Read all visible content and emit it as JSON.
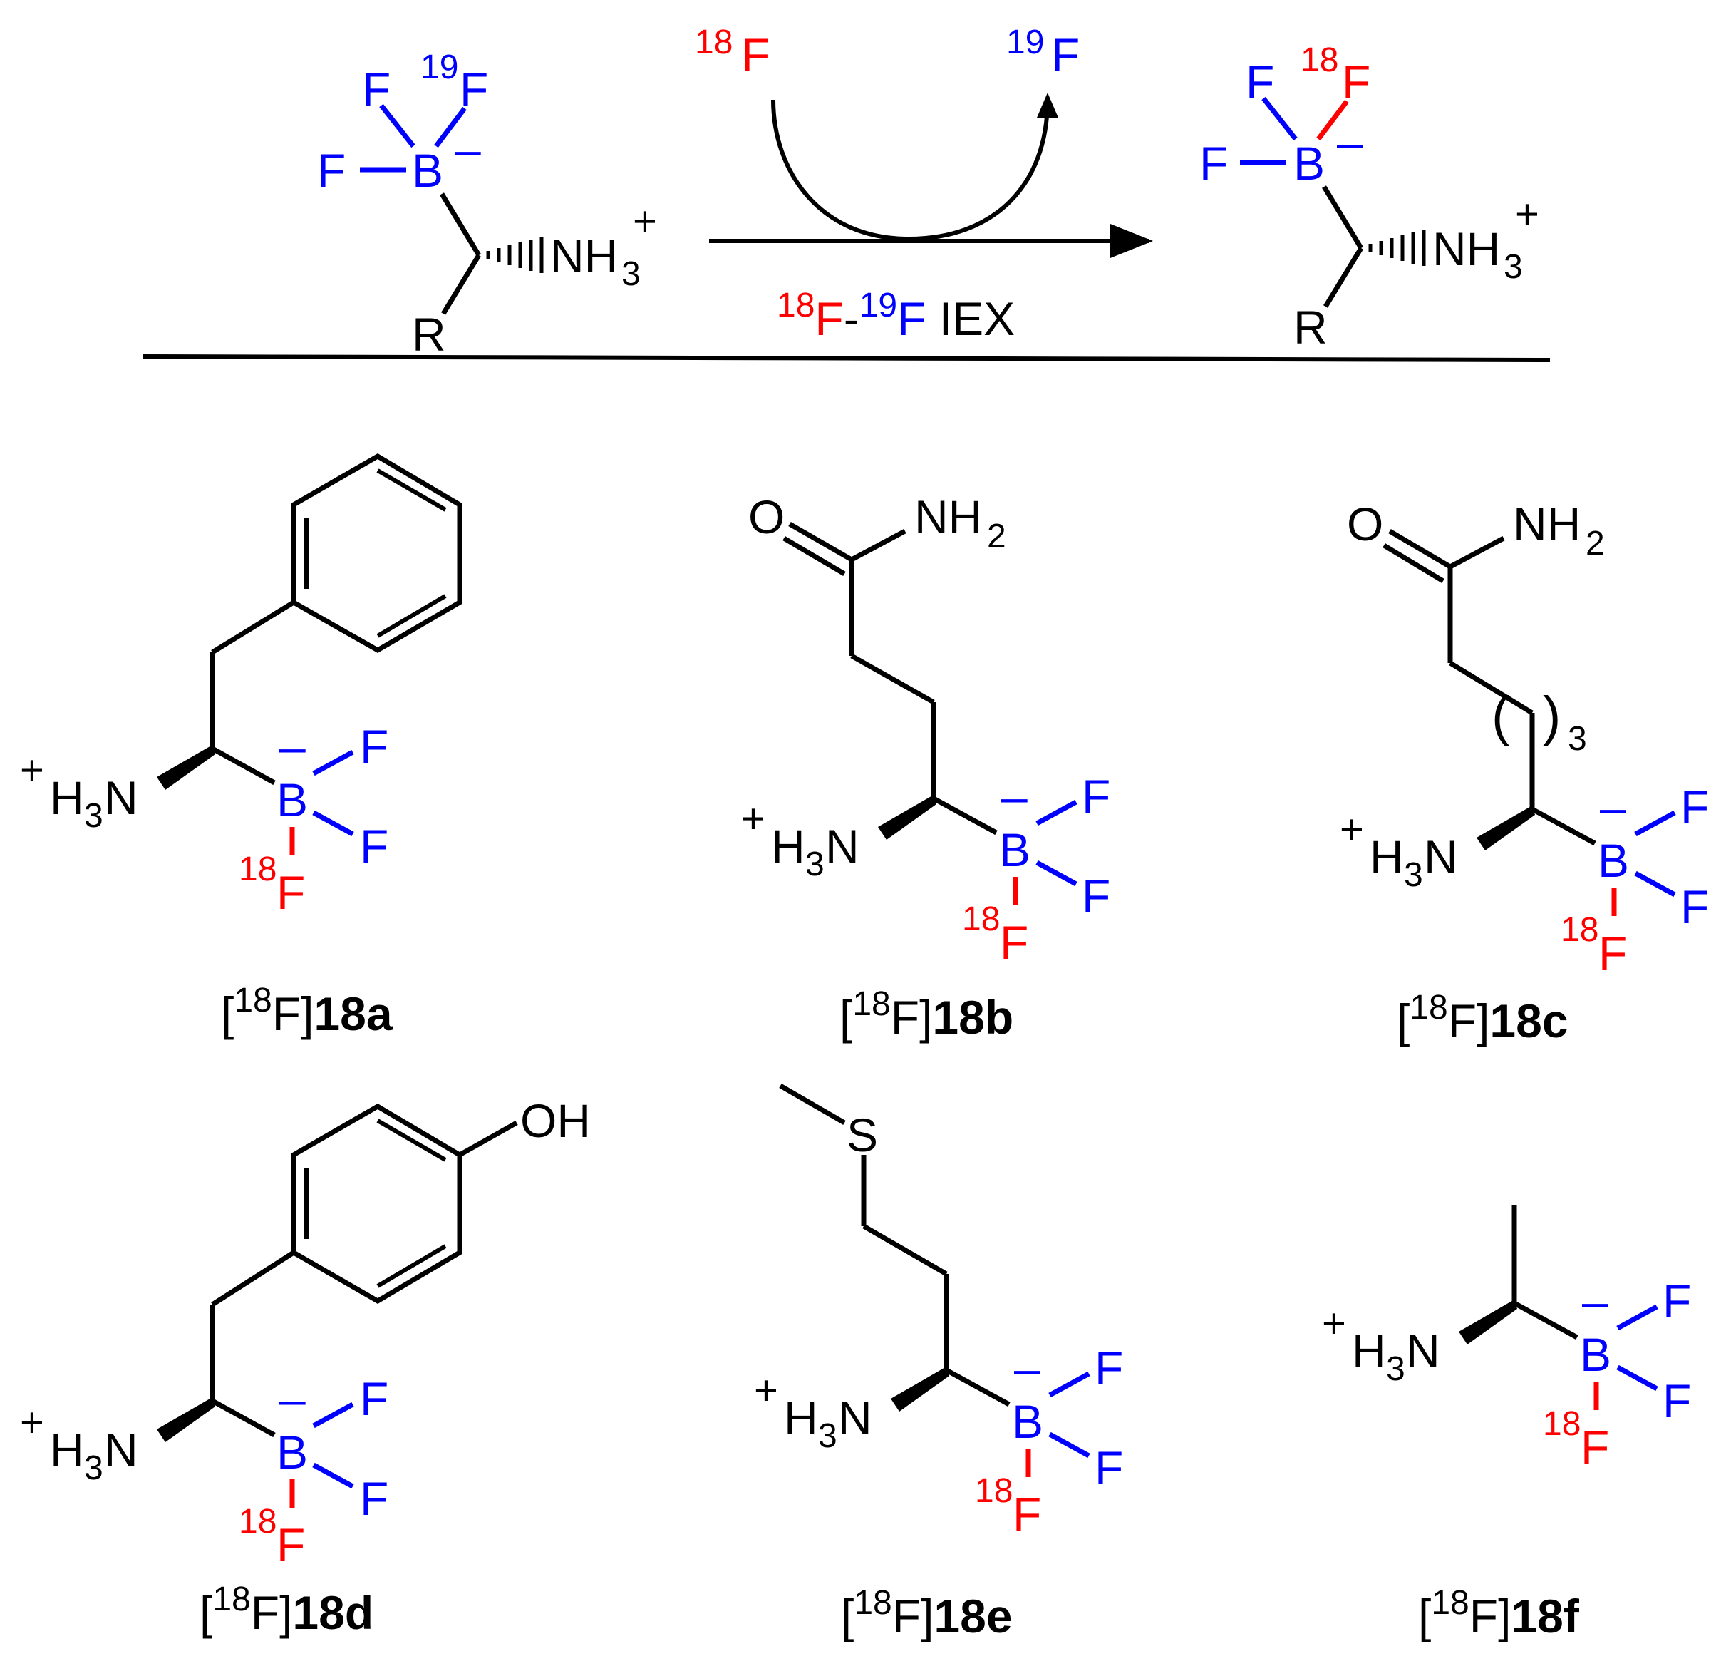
{
  "colors": {
    "black": "#000000",
    "boron": "#0000ff",
    "fluorine_18": "#ff0000",
    "fluorine_19": "#0000ff"
  },
  "atoms": {
    "F": "F",
    "B": "B",
    "N": "N",
    "H": "H",
    "O": "O",
    "S": "S",
    "R": "R",
    "OH": "OH",
    "NH": "NH",
    "NH2_sub": "2",
    "NH3_sub": "3",
    "H3_sub": "3",
    "plus": "+",
    "minus": "–",
    "iso18": "18",
    "iso19": "19",
    "paren_open": "(",
    "paren_close": ")",
    "repeat": "3"
  },
  "reaction": {
    "condition_iso_a": "18",
    "condition_f_a": "F",
    "condition_dash": "-",
    "condition_iso_b": "19",
    "condition_f_b": "F",
    "condition_text": " IEX",
    "incoming_iso": "18",
    "incoming_f": "F",
    "outgoing_iso": "19",
    "outgoing_f": "F"
  },
  "compounds": [
    {
      "open": "[",
      "iso": "18",
      "el": "F",
      "close": "]",
      "id": "18a"
    },
    {
      "open": "[",
      "iso": "18",
      "el": "F",
      "close": "]",
      "id": "18b"
    },
    {
      "open": "[",
      "iso": "18",
      "el": "F",
      "close": "]",
      "id": "18c"
    },
    {
      "open": "[",
      "iso": "18",
      "el": "F",
      "close": "]",
      "id": "18d"
    },
    {
      "open": "[",
      "iso": "18",
      "el": "F",
      "close": "]",
      "id": "18e"
    },
    {
      "open": "[",
      "iso": "18",
      "el": "F",
      "close": "]",
      "id": "18f"
    }
  ]
}
